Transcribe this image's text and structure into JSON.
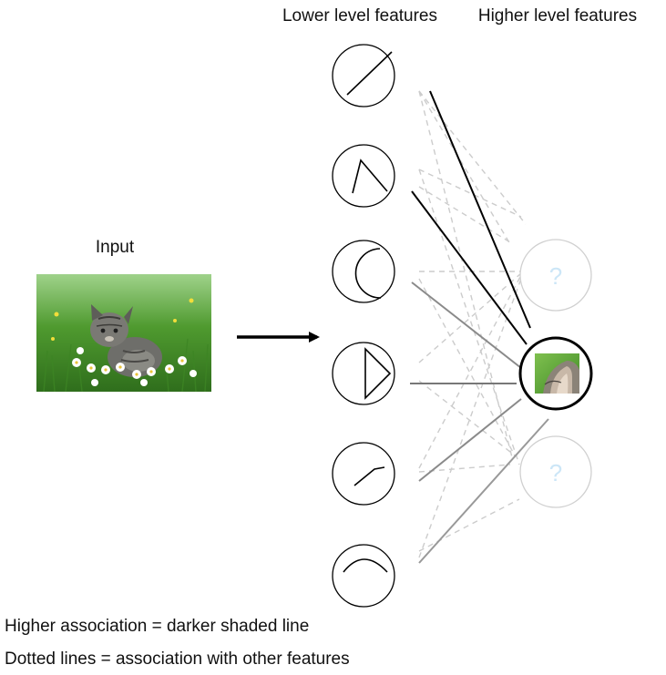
{
  "headers": {
    "lower": "Lower level features",
    "higher": "Higher level features"
  },
  "input": {
    "label": "Input",
    "image_subject": "kitten sitting in grass with white daisies"
  },
  "lower_features": [
    {
      "id": "diagonal-line",
      "icon": "diagonal-line-icon"
    },
    {
      "id": "angle",
      "icon": "angle-caret-icon"
    },
    {
      "id": "curve-open-right",
      "icon": "crescent-curve-icon"
    },
    {
      "id": "triangle",
      "icon": "triangle-right-icon"
    },
    {
      "id": "bent-line",
      "icon": "bent-line-icon"
    },
    {
      "id": "arc",
      "icon": "arc-icon"
    }
  ],
  "higher_features": [
    {
      "id": "unknown-top",
      "label": "?"
    },
    {
      "id": "ear",
      "image_subject": "cat ear",
      "active": true
    },
    {
      "id": "unknown-bottom",
      "label": "?"
    }
  ],
  "legend": {
    "line1": "Higher association = darker shaded line",
    "line2": "Dotted lines = association with other features"
  },
  "colors": {
    "strong": "#000000",
    "medium": "#8a8a8a",
    "dotted": "#cccccc",
    "question": "#cce6f7",
    "faded_circle": "#d0d0d0"
  }
}
